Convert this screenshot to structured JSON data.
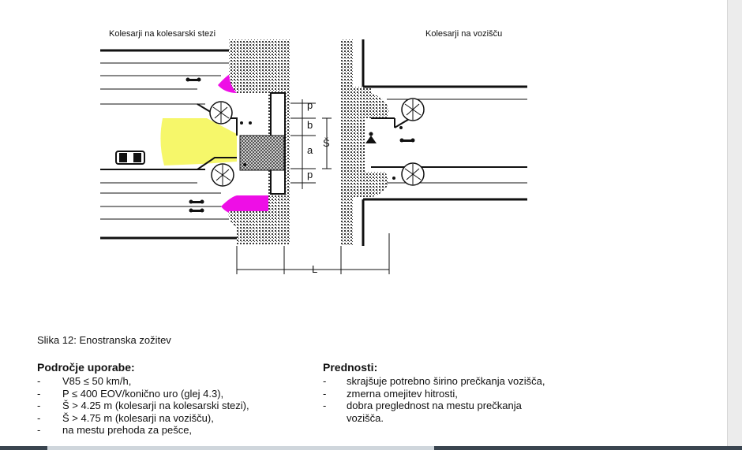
{
  "figure": {
    "label_left": "Kolesarji na kolesarski stezi",
    "label_right": "Kolesarji na vozišču",
    "dim_labels": [
      "p",
      "b",
      "a",
      "p",
      "Š",
      "L"
    ],
    "colors": {
      "yellow": "#f6f76a",
      "magenta": "#ee0ee6",
      "dots": "#3a3a3a"
    }
  },
  "caption": "Slika 12: Enostranska zožitev",
  "usage": {
    "heading": "Področje uporabe:",
    "items": [
      {
        "dash": "-",
        "text": "V85 ≤ 50 km/h,"
      },
      {
        "dash": "-",
        "text": "P ≤ 400 EOV/konično uro (glej 4.3),"
      },
      {
        "dash": "-",
        "text": "Š > 4.25 m (kolesarji na kolesarski stezi),"
      },
      {
        "dash": "-",
        "text": "Š > 4.75 m (kolesarji na vozišču),"
      },
      {
        "dash": "-",
        "text": "na mestu prehoda za pešce,"
      }
    ]
  },
  "advantages": {
    "heading": "Prednosti:",
    "items": [
      {
        "dash": "-",
        "text": "skrajšuje potrebno širino prečkanja vozišča,"
      },
      {
        "dash": "-",
        "text": "zmerna omejitev hitrosti,"
      },
      {
        "dash": "-",
        "text": "dobra preglednost na mestu prečkanja"
      },
      {
        "dash": "",
        "text": "vozišča."
      }
    ]
  }
}
